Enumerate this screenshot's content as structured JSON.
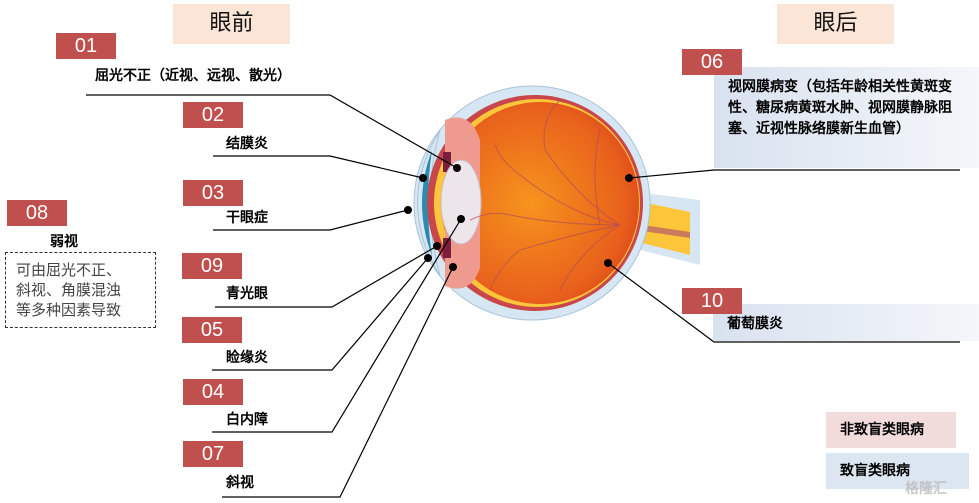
{
  "headers": {
    "front": "眼前",
    "back": "眼后"
  },
  "items": [
    {
      "num": "01",
      "label": "屈光不正（近视、远视、散光）"
    },
    {
      "num": "02",
      "label": "结膜炎"
    },
    {
      "num": "03",
      "label": "干眼症"
    },
    {
      "num": "09",
      "label": "青光眼"
    },
    {
      "num": "05",
      "label": "睑缘炎"
    },
    {
      "num": "04",
      "label": "白内障"
    },
    {
      "num": "07",
      "label": "斜视"
    },
    {
      "num": "08",
      "label": "弱视",
      "note": [
        "可由屈光不正、",
        "斜视、角膜混浊",
        "等多种因素导致"
      ]
    },
    {
      "num": "06",
      "label": "视网膜病变（包括年龄相关性黄斑变性、糖尿病黄斑水肿、视网膜静脉阻塞、近视性脉络膜新生血管）"
    },
    {
      "num": "10",
      "label": "葡萄膜炎"
    }
  ],
  "legend": {
    "non_blinding": "非致盲类眼病",
    "blinding": "致盲类眼病"
  },
  "colors": {
    "badge": "#c0504d",
    "header_bg": "#fbe5d6",
    "non_blinding_bg": "#f2dcdb",
    "blinding_bg": "#dce6f1"
  },
  "watermark": "格隆汇"
}
